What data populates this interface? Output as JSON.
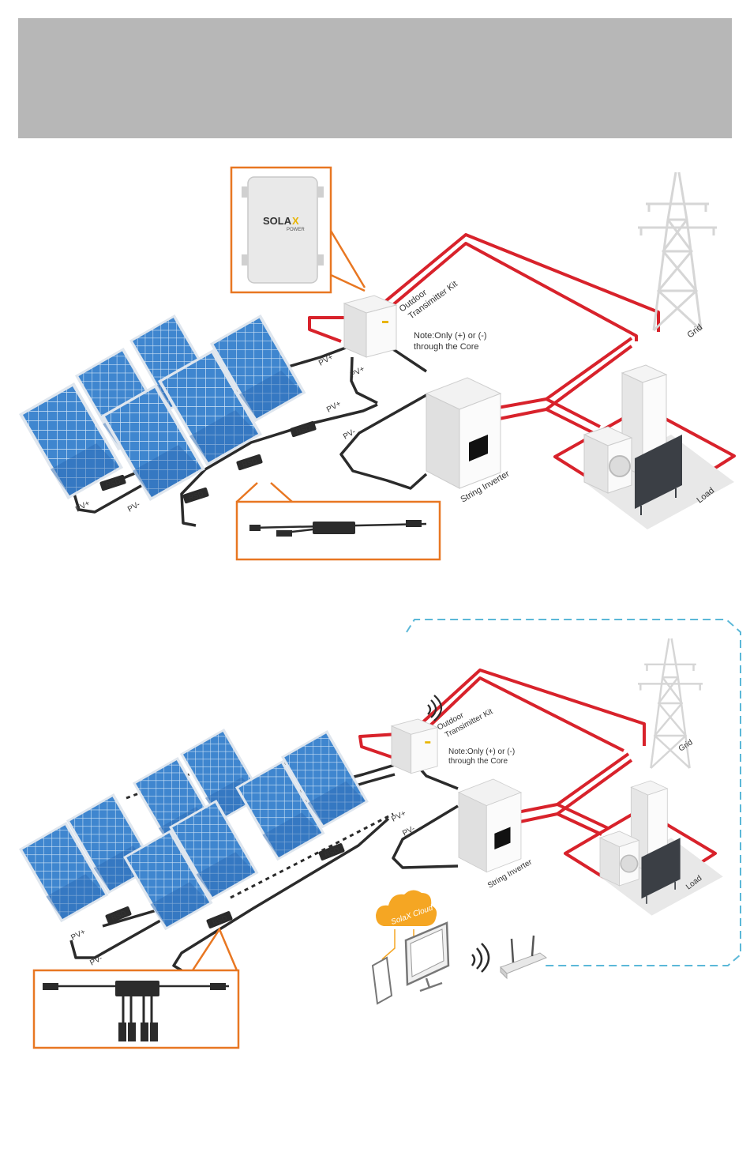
{
  "colors": {
    "banner": "#b7b7b7",
    "grid_line": "#d8222b",
    "dc_cable": "#2b2b2b",
    "callout": "#e87722",
    "panel": "#3f86cf",
    "panel_dark": "#2a68b1",
    "wifi_zone": "#5bb8d8",
    "cloud": "#f5a623"
  },
  "icons": [
    "transmitter-box-icon",
    "pylon-icon",
    "inverter-icon",
    "washer-icon",
    "fridge-icon",
    "tv-icon",
    "rsd-module-icon",
    "cloud-icon",
    "phone-icon",
    "monitor-icon",
    "router-icon",
    "wifi-icon"
  ],
  "brand": {
    "logo_main": "SOLA",
    "logo_x": "X",
    "logo_sub": "POWER"
  },
  "diagram1": {
    "transmitter": "Outdoor\nTransimitter Kit",
    "note": "Note:Only (+) or (-)\nthrough the Core",
    "grid": "Grid",
    "load": "Load",
    "inverter": "String Inverter",
    "rsd": "RSD",
    "pv_plus": "PV+",
    "pv_minus": "PV-"
  },
  "diagram2": {
    "transmitter": "Outdoor\nTransimitter Kit",
    "note": "Note:Only (+) or (-)\nthrough the Core",
    "grid": "Grid",
    "load": "Load",
    "inverter": "String Inverter",
    "rsd": "RSD",
    "pv_plus": "PV+",
    "pv_minus": "PV-",
    "cloud": "SolaX Cloud"
  }
}
